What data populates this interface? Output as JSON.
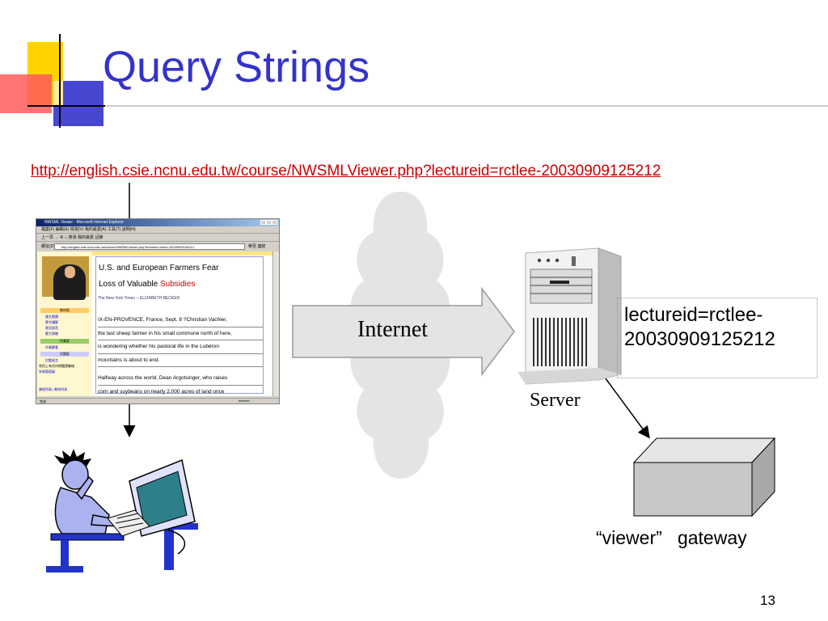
{
  "slide": {
    "title": "Query Strings",
    "url": "http://english.csie.ncnu.edu.tw/course/NWSMLViewer.php?lectureid=rctlee-20030909125212",
    "page_number": "13"
  },
  "diagram": {
    "internet_label": "Internet",
    "server_label": "Server",
    "query_line1": "lectureid=rctlee-",
    "query_line2": "20030909125212",
    "gateway_label": "“viewer”   gateway"
  },
  "browser": {
    "window_title": "NWSML Viewer - Microsoft Internet Explorer",
    "menu": "檔案(F)   編輯(E)   檢視(V)   我的最愛(A)   工具(T)   說明(H)",
    "toolbar": "上一頁  →  ⊗  ⌂  搜尋  我的最愛  記錄",
    "address_label": "網址(D)",
    "address_value": "http://english.csie.ncnu.edu.tw/course/NWSMLViewer.php?lectureid=rctlee-20030909125212",
    "go_label": "移至  連結",
    "headline_line1": "U.S. and European Farmers Fear",
    "headline_line2_prefix": "Loss of Valuable ",
    "headline_line2_red": "Subsidies",
    "byline": "The New York Times -- ELIZABETH BECKER",
    "para_lines": [
      "IX-EN-PROVENCE, France, Sept. 8 ?Christian Vachier,",
      "the last sheep farmer in his small commune north of here,",
      "is wondering whether his pastoral life in the Lubéron",
      "mountains is about to end.",
      "",
      "Halfway across the world, Dean Argotsinger, who raises",
      "corn and soybeans on nearly 2,000 acres of land once"
    ],
    "left_sections": [
      "教材區",
      "作業區",
      "討論區"
    ],
    "left_links": [
      "課文朗讀",
      "單字講解",
      "實況錄音",
      "聽力測驗",
      "作業觀看",
      "討論留言",
      "常用上有任何問題請聯絡",
      "系統管理員",
      "課程列表 | 教材列表"
    ],
    "status_left": "完成",
    "status_right": "Internet"
  },
  "colors": {
    "title": "#3333cc",
    "url": "#cc0000",
    "cloud": "#e4e4e4",
    "arrow": "#e4e4e4",
    "deco_yellow": "#ffd200",
    "deco_blue": "#3333cc",
    "deco_red": "#ff5a5a"
  }
}
